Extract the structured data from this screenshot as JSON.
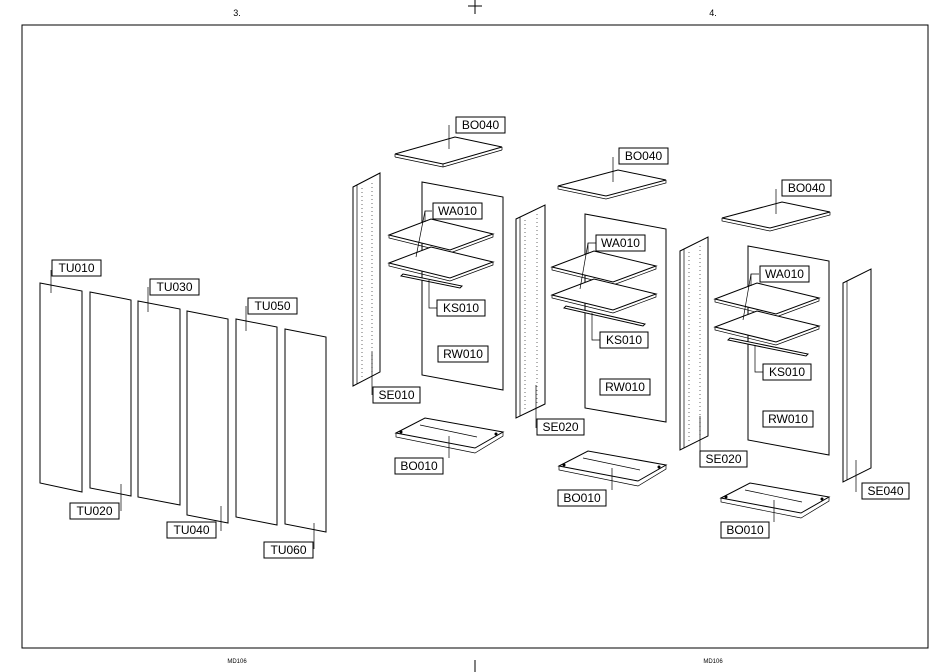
{
  "pages": {
    "left": "3.",
    "right": "4."
  },
  "footer": {
    "left": "MD106",
    "right": "MD106"
  },
  "labels": {
    "tu010": "TU010",
    "tu020": "TU020",
    "tu030": "TU030",
    "tu040": "TU040",
    "tu050": "TU050",
    "tu060": "TU060",
    "bo040": "BO040",
    "wa010": "WA010",
    "ks010": "KS010",
    "rw010": "RW010",
    "se010": "SE010",
    "se020": "SE020",
    "se040": "SE040",
    "bo010": "BO010"
  }
}
